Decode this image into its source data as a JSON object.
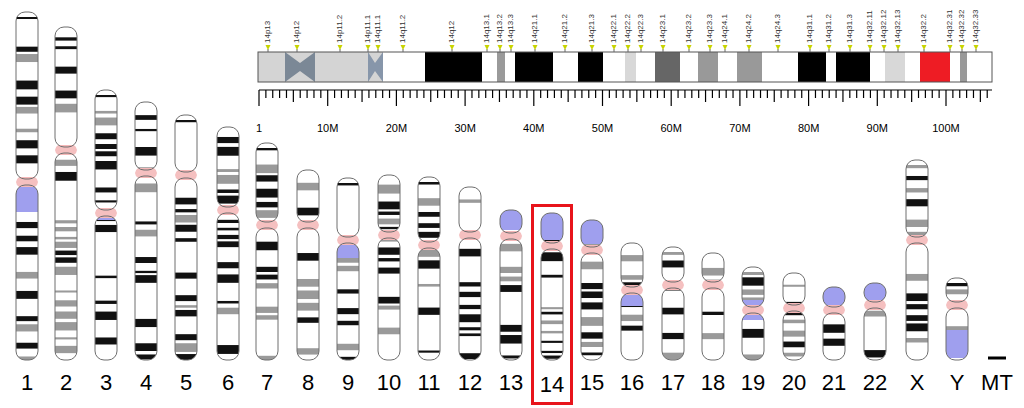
{
  "diagram": {
    "nodes": [
      {
        "text": [
          "14"
        ]
      }
    ],
    "labels": [
      "14p13",
      "14p12",
      "14p11.2",
      "14p11.1",
      "14q11.1",
      "14q11.2",
      "14q12",
      "14q13.1",
      "14q13.2",
      "14q13.3",
      "14q21.1",
      "14q21.2",
      "14q21.3",
      "14q22.1",
      "14q22.2",
      "14q22.3",
      "14q23.1",
      "14q23.2",
      "14q23.3",
      "14q24.1",
      "14q24.2",
      "14q24.3",
      "14q31.1",
      "14q31.2",
      "14q31.3",
      "14q32.11",
      "14q32.12",
      "14q32.13",
      "14q32.2",
      "14q32.31",
      "14q32.32",
      "14q32.33",
      "1",
      "10M",
      "20M",
      "30M",
      "40M",
      "50M",
      "60M",
      "70M",
      "80M",
      "90M",
      "100M",
      "1",
      "2",
      "3",
      "4",
      "5",
      "6",
      "7",
      "8",
      "9",
      "10",
      "11",
      "12",
      "13",
      "15",
      "16",
      "17",
      "18",
      "19",
      "20",
      "21",
      "22",
      "X",
      "Y",
      "MT"
    ]
  }
}
